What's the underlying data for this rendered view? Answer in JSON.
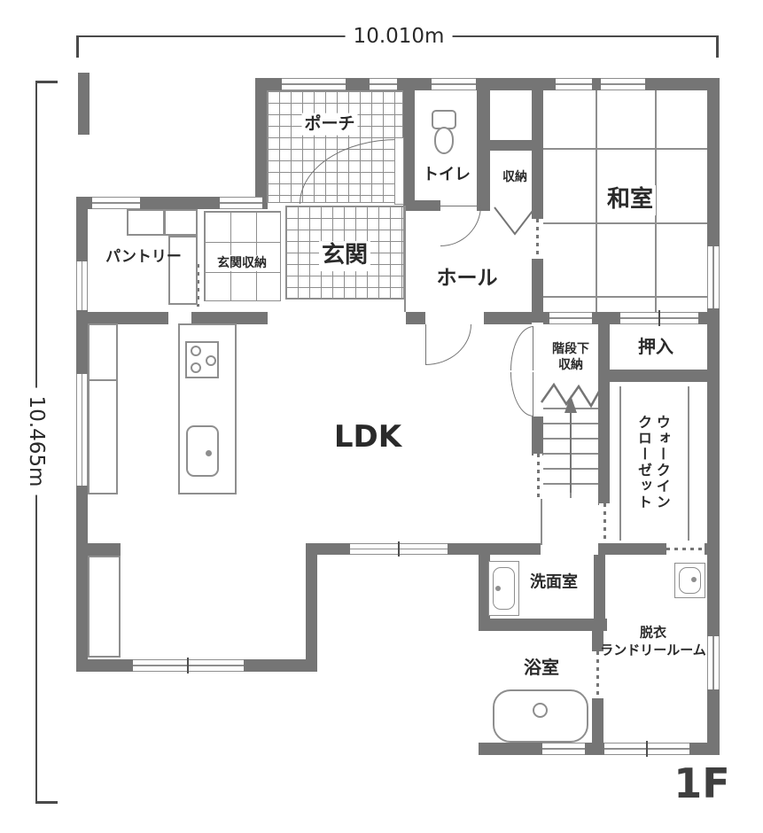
{
  "plan": {
    "floor_label": "1F",
    "dimensions": {
      "width": "10.010m",
      "height": "10.465m"
    },
    "rooms": {
      "porch": "ポーチ",
      "toilet": "トイレ",
      "storage": "収納",
      "washitsu": "和室",
      "pantry": "パントリー",
      "genkan_storage": "玄関収納",
      "genkan": "玄関",
      "hall": "ホール",
      "oshiire": "押入",
      "under_stairs_storage": "階段下\n収納",
      "wic_line1": "ウォークイン",
      "wic_line2": "クローゼット",
      "ldk": "LDK",
      "washroom": "洗面室",
      "bathroom": "浴室",
      "laundry": "脱衣\nランドリールーム"
    },
    "icons": {
      "toilet": "toilet-icon",
      "stove": "stove-burners-icon",
      "kitchen_sink": "kitchen-sink-icon",
      "vanity_sink": "vanity-sink-icon",
      "laundry_sink": "laundry-sink-icon",
      "bathtub": "bathtub-icon",
      "stairs_arrow": "stairs-up-arrow-icon"
    },
    "colors": {
      "wall": "#757575",
      "line": "#8e8e8e",
      "text": "#2a2a2a",
      "dim": "#4a4a4a"
    }
  }
}
